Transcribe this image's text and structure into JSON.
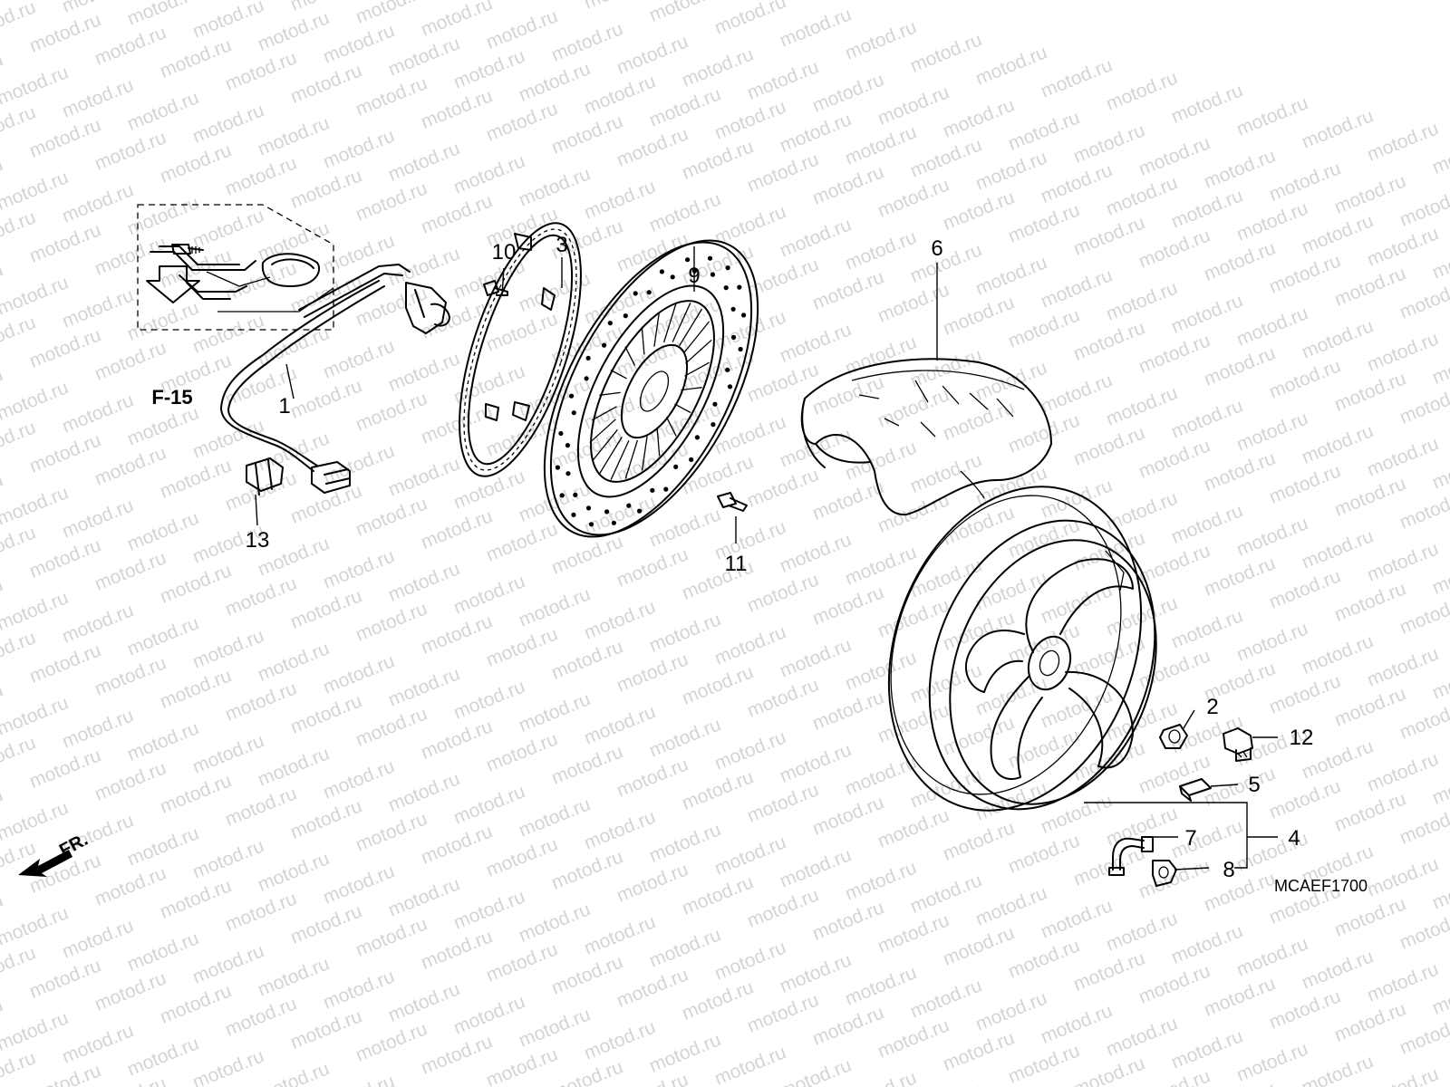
{
  "watermark": {
    "text": "motod.ru"
  },
  "reference": {
    "label": "F-15"
  },
  "front_marker": {
    "label": "FR."
  },
  "diagram_code": "MCAEF1700",
  "callouts": [
    {
      "id": "1",
      "text": "1"
    },
    {
      "id": "2",
      "text": "2"
    },
    {
      "id": "3",
      "text": "3"
    },
    {
      "id": "4",
      "text": "4"
    },
    {
      "id": "5",
      "text": "5"
    },
    {
      "id": "6",
      "text": "6"
    },
    {
      "id": "7",
      "text": "7"
    },
    {
      "id": "8",
      "text": "8"
    },
    {
      "id": "9",
      "text": "9"
    },
    {
      "id": "10",
      "text": "10"
    },
    {
      "id": "11",
      "text": "11"
    },
    {
      "id": "12",
      "text": "12"
    },
    {
      "id": "13",
      "text": "13"
    }
  ]
}
